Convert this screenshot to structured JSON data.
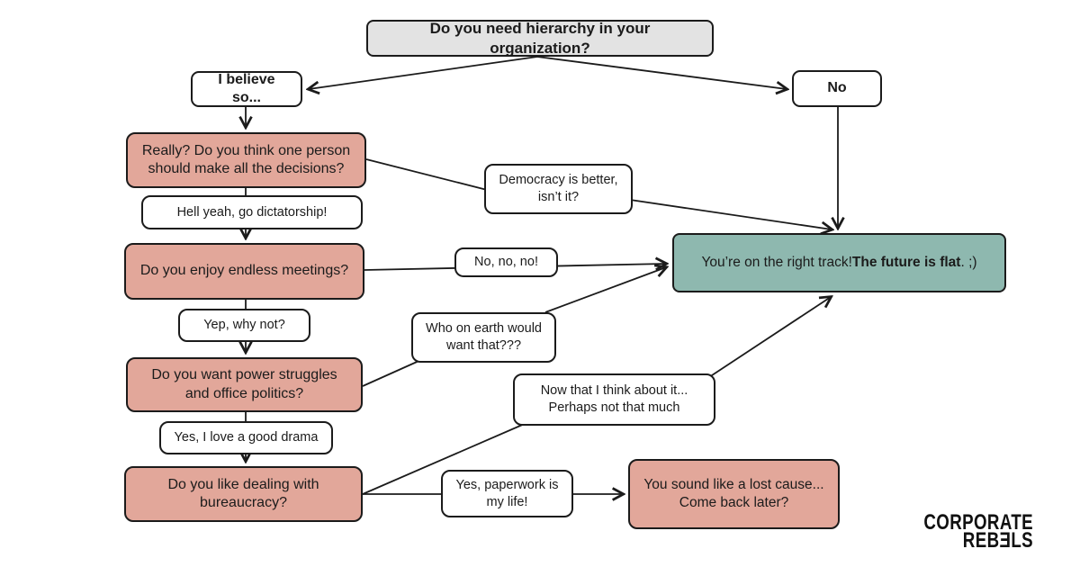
{
  "colors": {
    "question_fill": "#e2a79a",
    "result_fill": "#8eb8af",
    "root_fill": "#e3e3e3",
    "label_fill": "#ffffff",
    "line": "#1b1b1b"
  },
  "nodes": {
    "root": {
      "text": "Do you need hierarchy in your organization?"
    },
    "believe": {
      "text": "I believe so..."
    },
    "no": {
      "text": "No"
    },
    "q_decisions": {
      "text": "Really? Do you think one person should make all the decisions?"
    },
    "a_dictatorship": {
      "text": "Hell yeah, go dictatorship!"
    },
    "q_meetings": {
      "text": "Do you enjoy endless meetings?"
    },
    "a_why_not": {
      "text": "Yep, why not?"
    },
    "q_power": {
      "text": "Do you want power struggles and office politics?"
    },
    "a_drama": {
      "text": "Yes, I love a good drama"
    },
    "q_bureaucracy": {
      "text": "Do you like dealing with bureaucracy?"
    },
    "e_democracy": {
      "text": "Democracy is better, isn’t it?"
    },
    "e_no_no": {
      "text": "No, no, no!"
    },
    "e_who": {
      "text": "Who on earth would want that???"
    },
    "e_perhaps": {
      "text": "Now that I think about it... Perhaps not that much"
    },
    "e_paperwork": {
      "text": "Yes, paperwork is my life!"
    },
    "lost_cause": {
      "text": "You sound like a lost cause... Come back later?"
    },
    "result": {
      "part1": "You’re on the right track! ",
      "bold": "The future is flat",
      "part3": ". ;)"
    }
  },
  "logo": {
    "line1": "CORPORATE",
    "line2": "REBƎLS"
  }
}
